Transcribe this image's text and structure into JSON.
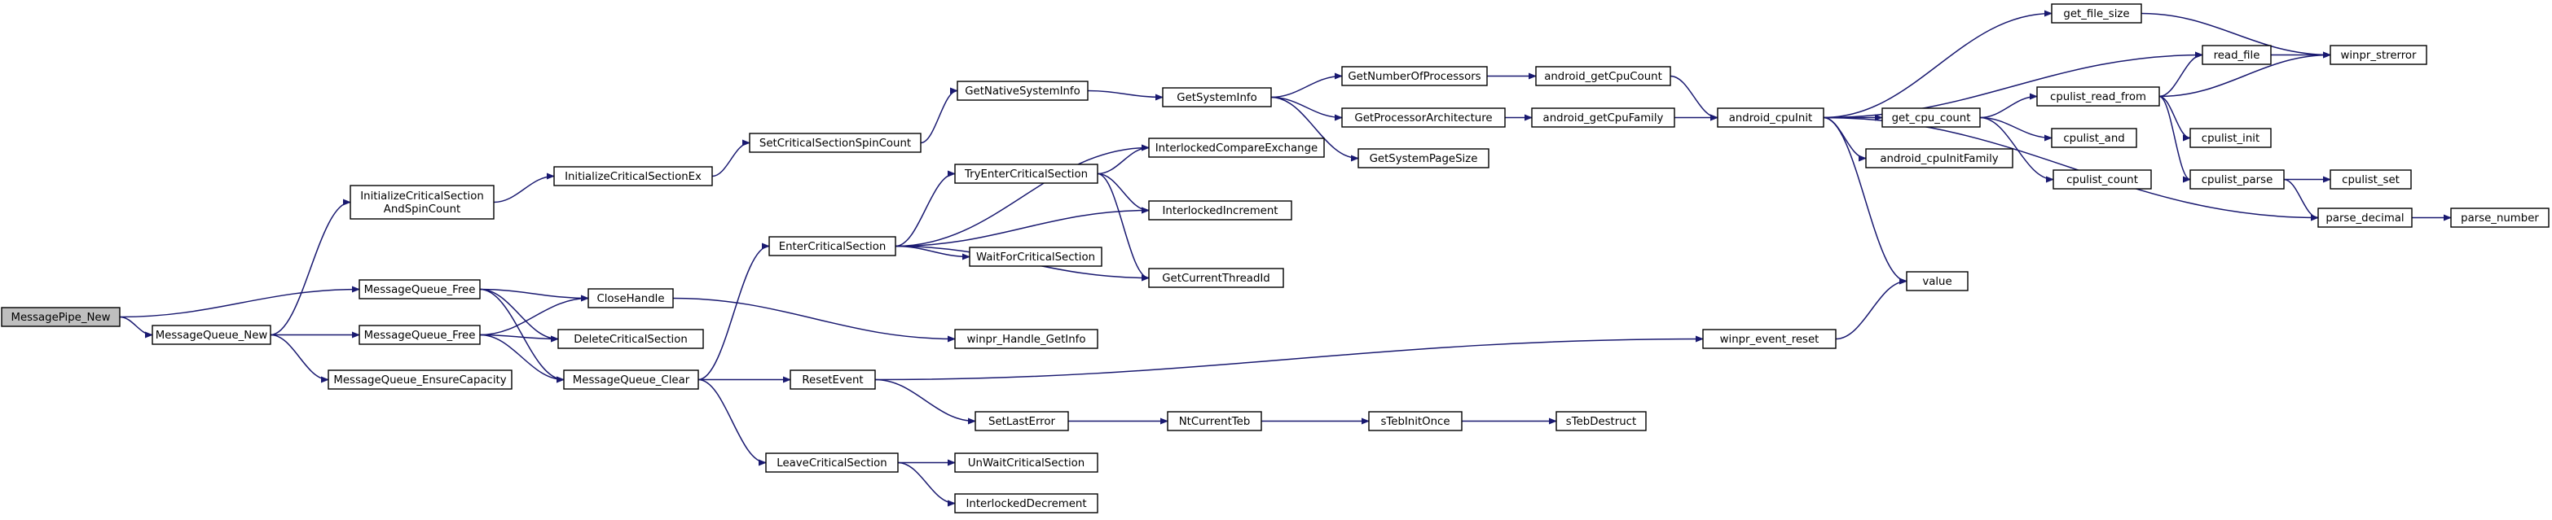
{
  "graph": {
    "edge_color": "#191970",
    "root_fill": "#bfbfbf",
    "nodes": [
      {
        "id": "n0",
        "label": [
          "MessagePipe_New"
        ]
      },
      {
        "id": "n1",
        "label": [
          "MessageQueue_New"
        ]
      },
      {
        "id": "n2",
        "label": [
          "MessageQueue_Free"
        ]
      },
      {
        "id": "n3",
        "label": [
          "InitializeCriticalSection",
          "AndSpinCount"
        ]
      },
      {
        "id": "n4",
        "label": [
          "MessageQueue_Free"
        ]
      },
      {
        "id": "n5",
        "label": [
          "MessageQueue_EnsureCapacity"
        ]
      },
      {
        "id": "n6",
        "label": [
          "InitializeCriticalSectionEx"
        ]
      },
      {
        "id": "n7",
        "label": [
          "CloseHandle"
        ]
      },
      {
        "id": "n8",
        "label": [
          "DeleteCriticalSection"
        ]
      },
      {
        "id": "n9",
        "label": [
          "MessageQueue_Clear"
        ]
      },
      {
        "id": "n10",
        "label": [
          "SetCriticalSectionSpinCount"
        ]
      },
      {
        "id": "n11",
        "label": [
          "EnterCriticalSection"
        ]
      },
      {
        "id": "n12",
        "label": [
          "ResetEvent"
        ]
      },
      {
        "id": "n13",
        "label": [
          "LeaveCriticalSection"
        ]
      },
      {
        "id": "n14",
        "label": [
          "GetNativeSystemInfo"
        ]
      },
      {
        "id": "n15",
        "label": [
          "TryEnterCriticalSection"
        ]
      },
      {
        "id": "n16",
        "label": [
          "WaitForCriticalSection"
        ]
      },
      {
        "id": "n17",
        "label": [
          "winpr_Handle_GetInfo"
        ]
      },
      {
        "id": "n18",
        "label": [
          "SetLastError"
        ]
      },
      {
        "id": "n19",
        "label": [
          "UnWaitCriticalSection"
        ]
      },
      {
        "id": "n20",
        "label": [
          "InterlockedDecrement"
        ]
      },
      {
        "id": "n21",
        "label": [
          "GetSystemInfo"
        ]
      },
      {
        "id": "n22",
        "label": [
          "InterlockedCompareExchange"
        ]
      },
      {
        "id": "n23",
        "label": [
          "InterlockedIncrement"
        ]
      },
      {
        "id": "n24",
        "label": [
          "GetCurrentThreadId"
        ]
      },
      {
        "id": "n25",
        "label": [
          "NtCurrentTeb"
        ]
      },
      {
        "id": "n26",
        "label": [
          "GetNumberOfProcessors"
        ]
      },
      {
        "id": "n27",
        "label": [
          "GetProcessorArchitecture"
        ]
      },
      {
        "id": "n28",
        "label": [
          "GetSystemPageSize"
        ]
      },
      {
        "id": "n29",
        "label": [
          "sTebInitOnce"
        ]
      },
      {
        "id": "n30",
        "label": [
          "android_getCpuCount"
        ]
      },
      {
        "id": "n31",
        "label": [
          "android_getCpuFamily"
        ]
      },
      {
        "id": "n32",
        "label": [
          "sTebDestruct"
        ]
      },
      {
        "id": "n33",
        "label": [
          "winpr_event_reset"
        ]
      },
      {
        "id": "n34",
        "label": [
          "android_cpuInit"
        ]
      },
      {
        "id": "n35",
        "label": [
          "get_file_size"
        ]
      },
      {
        "id": "n36",
        "label": [
          "get_cpu_count"
        ]
      },
      {
        "id": "n37",
        "label": [
          "android_cpuInitFamily"
        ]
      },
      {
        "id": "n38",
        "label": [
          "value"
        ]
      },
      {
        "id": "n39",
        "label": [
          "read_file"
        ]
      },
      {
        "id": "n40",
        "label": [
          "cpulist_read_from"
        ]
      },
      {
        "id": "n41",
        "label": [
          "cpulist_and"
        ]
      },
      {
        "id": "n42",
        "label": [
          "cpulist_count"
        ]
      },
      {
        "id": "n43",
        "label": [
          "parse_decimal"
        ]
      },
      {
        "id": "n44",
        "label": [
          "winpr_strerror"
        ]
      },
      {
        "id": "n45",
        "label": [
          "cpulist_init"
        ]
      },
      {
        "id": "n46",
        "label": [
          "cpulist_parse"
        ]
      },
      {
        "id": "n47",
        "label": [
          "cpulist_set"
        ]
      },
      {
        "id": "n48",
        "label": [
          "parse_number"
        ]
      }
    ],
    "edges": [
      [
        "n0",
        "n1"
      ],
      [
        "n0",
        "n2"
      ],
      [
        "n1",
        "n3"
      ],
      [
        "n1",
        "n4"
      ],
      [
        "n1",
        "n5"
      ],
      [
        "n2",
        "n7"
      ],
      [
        "n2",
        "n8"
      ],
      [
        "n2",
        "n9"
      ],
      [
        "n4",
        "n7"
      ],
      [
        "n4",
        "n8"
      ],
      [
        "n4",
        "n9"
      ],
      [
        "n3",
        "n6"
      ],
      [
        "n6",
        "n10"
      ],
      [
        "n10",
        "n14"
      ],
      [
        "n14",
        "n21"
      ],
      [
        "n21",
        "n26"
      ],
      [
        "n21",
        "n27"
      ],
      [
        "n21",
        "n28"
      ],
      [
        "n26",
        "n30"
      ],
      [
        "n27",
        "n31"
      ],
      [
        "n30",
        "n34"
      ],
      [
        "n31",
        "n34"
      ],
      [
        "n7",
        "n17"
      ],
      [
        "n9",
        "n11"
      ],
      [
        "n9",
        "n12"
      ],
      [
        "n9",
        "n13"
      ],
      [
        "n11",
        "n15"
      ],
      [
        "n11",
        "n16"
      ],
      [
        "n11",
        "n22"
      ],
      [
        "n11",
        "n23"
      ],
      [
        "n11",
        "n24"
      ],
      [
        "n15",
        "n22"
      ],
      [
        "n15",
        "n23"
      ],
      [
        "n15",
        "n24"
      ],
      [
        "n12",
        "n18"
      ],
      [
        "n12",
        "n33"
      ],
      [
        "n18",
        "n25"
      ],
      [
        "n25",
        "n29"
      ],
      [
        "n29",
        "n32"
      ],
      [
        "n13",
        "n19"
      ],
      [
        "n13",
        "n20"
      ],
      [
        "n33",
        "n38"
      ],
      [
        "n34",
        "n35"
      ],
      [
        "n34",
        "n36"
      ],
      [
        "n34",
        "n37"
      ],
      [
        "n34",
        "n38"
      ],
      [
        "n34",
        "n39"
      ],
      [
        "n34",
        "n43"
      ],
      [
        "n35",
        "n44"
      ],
      [
        "n39",
        "n44"
      ],
      [
        "n40",
        "n44"
      ],
      [
        "n36",
        "n40"
      ],
      [
        "n36",
        "n41"
      ],
      [
        "n36",
        "n42"
      ],
      [
        "n40",
        "n39"
      ],
      [
        "n40",
        "n45"
      ],
      [
        "n40",
        "n46"
      ],
      [
        "n46",
        "n47"
      ],
      [
        "n46",
        "n43"
      ],
      [
        "n43",
        "n48"
      ]
    ]
  }
}
